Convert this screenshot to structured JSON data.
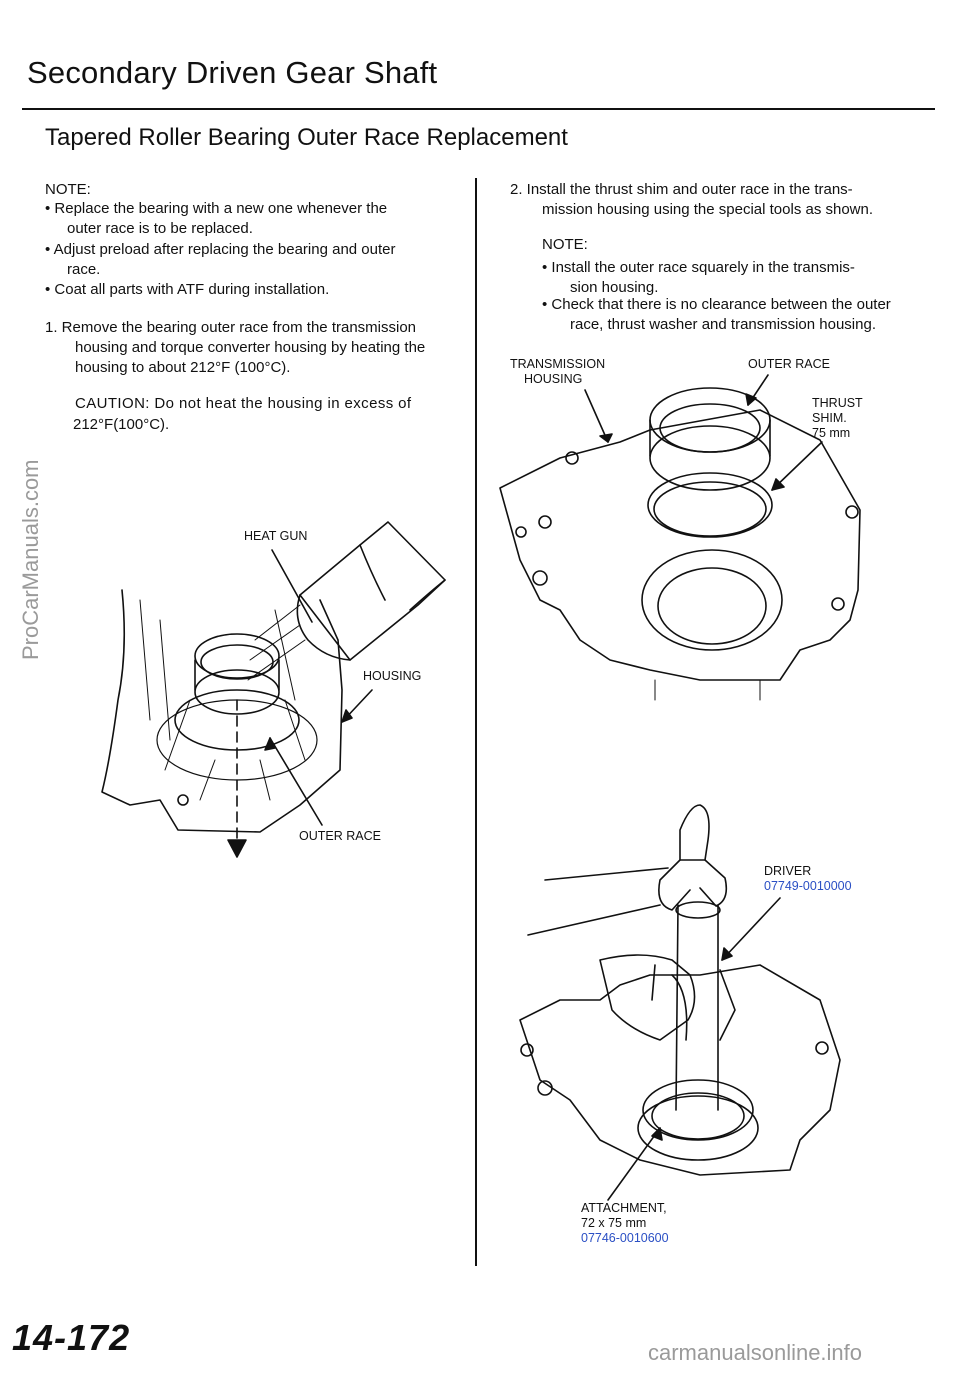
{
  "page": {
    "title": "Secondary Driven Gear Shaft",
    "subtitle": "Tapered Roller Bearing Outer Race Replacement",
    "page_number": "14-172"
  },
  "left": {
    "note_heading": "NOTE:",
    "notes": [
      {
        "line1": "• Replace the bearing with a new one whenever the",
        "line2": "outer race is to be replaced."
      },
      {
        "line1": "• Adjust preload after replacing the bearing and outer",
        "line2": "race."
      },
      {
        "line1": "• Coat all parts with ATF during installation.",
        "line2": ""
      }
    ],
    "step1_line1": "1.  Remove the bearing outer race from the transmission",
    "step1_line2": "housing and torque converter housing by heating the",
    "step1_line3": "housing to about 212°F (100°C).",
    "caution_line1": "CAUTION: Do not heat the housing in excess of",
    "caution_line2": "212°F(100°C).",
    "labels": {
      "heat_gun": "HEAT GUN",
      "housing": "HOUSING",
      "outer_race": "OUTER RACE"
    }
  },
  "right": {
    "step2_line1": "2.  Install the thrust shim and outer race in the trans-",
    "step2_line2": "mission housing using the special tools as shown.",
    "note_heading": "NOTE:",
    "notes": [
      {
        "line1": "• Install the outer race squarely in the transmis-",
        "line2": "sion housing."
      },
      {
        "line1": "• Check that there is no clearance between the outer",
        "line2": "race, thrust washer and transmission housing."
      }
    ],
    "labels": {
      "transmission_housing_1": "TRANSMISSION",
      "transmission_housing_2": "HOUSING",
      "outer_race": "OUTER RACE",
      "thrust_shim_1": "THRUST",
      "thrust_shim_2": "SHIM.",
      "thrust_shim_3": "75 mm",
      "driver": "DRIVER",
      "driver_part": "07749-0010000",
      "attachment_1": "ATTACHMENT,",
      "attachment_2": "72 x 75 mm",
      "attachment_part": "07746-0010600"
    }
  },
  "watermarks": {
    "side": "ProCarManuals.com",
    "bottom": "carmanualsonline.info"
  },
  "colors": {
    "part_number": "#2a4fc4",
    "watermark": "#9a9a9a"
  }
}
